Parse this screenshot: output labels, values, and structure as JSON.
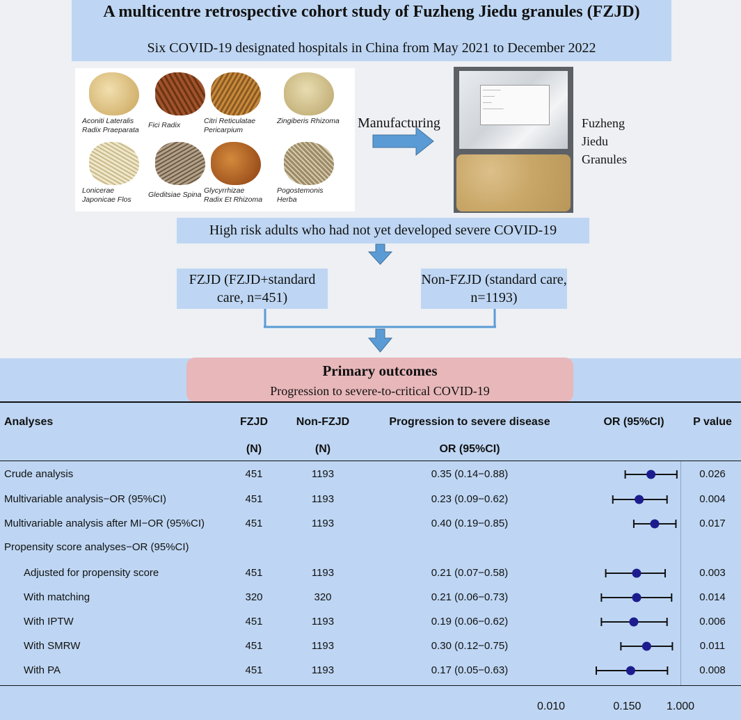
{
  "header": {
    "title": "A multicentre retrospective cohort study of Fuzheng Jiedu granules (FZJD)",
    "subtitle": "Six COVID-19 designated hospitals in China from  May 2021 to December 2022"
  },
  "herbs": [
    {
      "name": "Aconiti Lateralis\nRadix Praeparata",
      "icon": "aconite-root-icon"
    },
    {
      "name": "Fici Radix",
      "icon": "fig-root-icon"
    },
    {
      "name": "Citri Reticulatae\nPericarpium",
      "icon": "citrus-peel-icon"
    },
    {
      "name": "Zingiberis Rhizoma",
      "icon": "ginger-icon"
    },
    {
      "name": "Lonicerae\nJaponicae Flos",
      "icon": "honeysuckle-icon"
    },
    {
      "name": "Gleditsiae Spina",
      "icon": "thorn-icon"
    },
    {
      "name": "Glycyrrhizae\nRadix Et Rhizoma",
      "icon": "licorice-icon"
    },
    {
      "name": "Pogostemonis\nHerba",
      "icon": "patchouli-icon"
    }
  ],
  "manufacturing_label": "Manufacturing",
  "product_name": "Fuzheng\nJiedu\nGranules",
  "criteria": "High risk adults who had not yet developed severe COVID-19",
  "groups": {
    "fzjd": "FZJD (FZJD+standard care, n=451)",
    "nonfzjd": "Non-FZJD (standard care, n=1193)"
  },
  "outcome": {
    "title": "Primary outcomes",
    "subtitle": "Progression to severe-to-critical COVID-19"
  },
  "colors": {
    "box_fill": "#bed6f3",
    "arrow": "#5b9bd5",
    "outcome_fill": "#e8b7ba",
    "marker": "#1c1c8f"
  },
  "chart_data": {
    "type": "forest",
    "columns": {
      "analyses": "Analyses",
      "fzjd": "FZJD",
      "fzjd_n": "(N)",
      "nonfzjd": "Non-FZJD",
      "nonfzjd_n": "(N)",
      "progression": "Progression to severe disease",
      "progression_or": "OR (95%CI)",
      "or": "OR (95%CI)",
      "p": "P value"
    },
    "x_scale": "log",
    "x_ticks": [
      "0.010",
      "0.150",
      "1.000"
    ],
    "x_tick_values": [
      0.01,
      0.15,
      1.0
    ],
    "rows": [
      {
        "label": "Crude analysis",
        "indent": false,
        "fzjd": "451",
        "nonfzjd": "1193",
        "or_text": "0.35 (0.14−0.88)",
        "or": 0.35,
        "lo": 0.14,
        "hi": 0.88,
        "p": "0.026"
      },
      {
        "label": "Multivariable analysis−OR (95%CI)",
        "indent": false,
        "fzjd": "451",
        "nonfzjd": "1193",
        "or_text": "0.23 (0.09−0.62)",
        "or": 0.23,
        "lo": 0.09,
        "hi": 0.62,
        "p": "0.004"
      },
      {
        "label": "Multivariable analysis after MI−OR (95%CI)",
        "indent": false,
        "fzjd": "451",
        "nonfzjd": "1193",
        "or_text": "0.40 (0.19−0.85)",
        "or": 0.4,
        "lo": 0.19,
        "hi": 0.85,
        "p": "0.017"
      },
      {
        "label": "Propensity score analyses−OR (95%CI)",
        "indent": false,
        "fzjd": "",
        "nonfzjd": "",
        "or_text": "",
        "or": null,
        "lo": null,
        "hi": null,
        "p": ""
      },
      {
        "label": "Adjusted for propensity score",
        "indent": true,
        "fzjd": "451",
        "nonfzjd": "1193",
        "or_text": "0.21 (0.07−0.58)",
        "or": 0.21,
        "lo": 0.07,
        "hi": 0.58,
        "p": "0.003"
      },
      {
        "label": "With matching",
        "indent": true,
        "fzjd": "320",
        "nonfzjd": "320",
        "or_text": "0.21 (0.06−0.73)",
        "or": 0.21,
        "lo": 0.06,
        "hi": 0.73,
        "p": "0.014"
      },
      {
        "label": "With IPTW",
        "indent": true,
        "fzjd": "451",
        "nonfzjd": "1193",
        "or_text": "0.19 (0.06−0.62)",
        "or": 0.19,
        "lo": 0.06,
        "hi": 0.62,
        "p": "0.006"
      },
      {
        "label": "With SMRW",
        "indent": true,
        "fzjd": "451",
        "nonfzjd": "1193",
        "or_text": "0.30 (0.12−0.75)",
        "or": 0.3,
        "lo": 0.12,
        "hi": 0.75,
        "p": "0.011"
      },
      {
        "label": "With PA",
        "indent": true,
        "fzjd": "451",
        "nonfzjd": "1193",
        "or_text": "0.17 (0.05−0.63)",
        "or": 0.17,
        "lo": 0.05,
        "hi": 0.63,
        "p": "0.008"
      }
    ]
  }
}
